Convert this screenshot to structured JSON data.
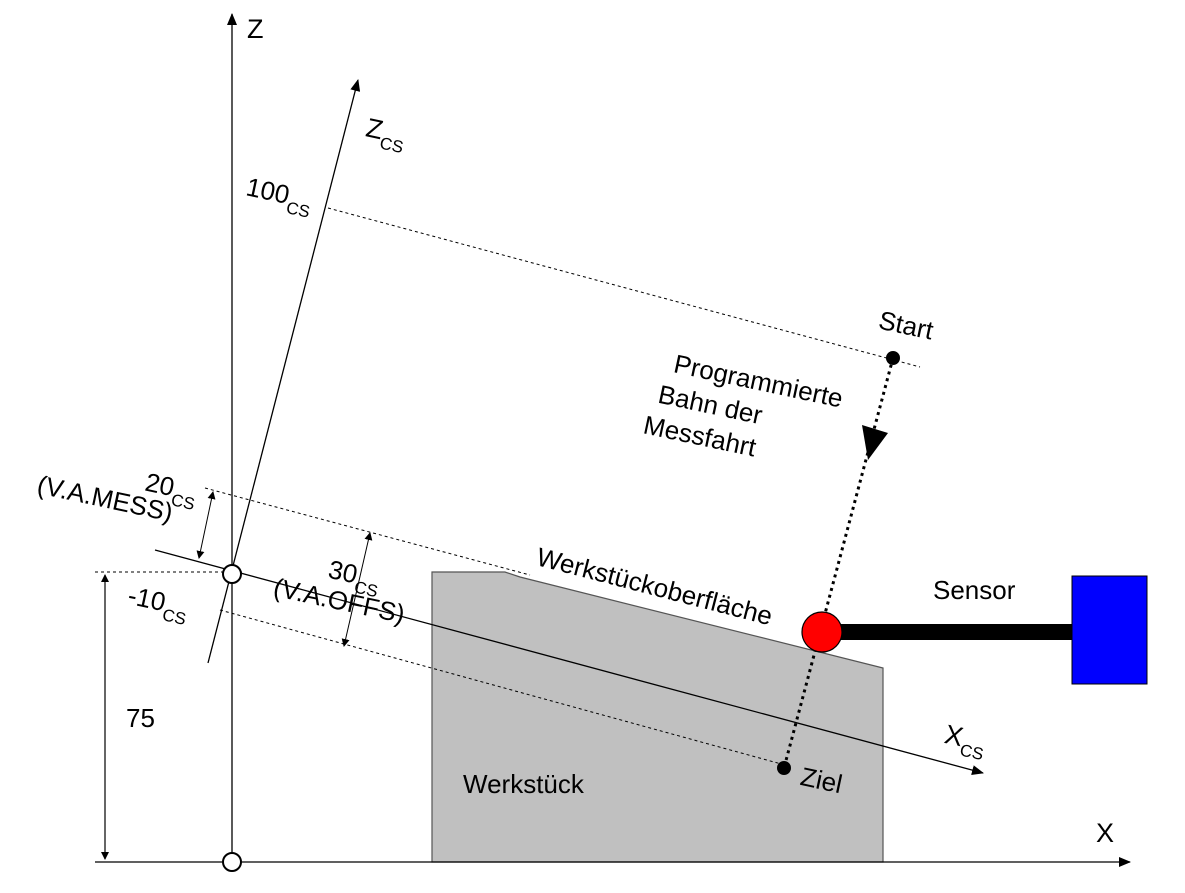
{
  "axes": {
    "z": "Z",
    "x": "X",
    "zcs": {
      "main": "Z",
      "sub": "CS"
    },
    "xcs": {
      "main": "X",
      "sub": "CS"
    }
  },
  "ticks": {
    "t100": {
      "main": "100",
      "sub": "CS"
    },
    "t20": {
      "main": "20",
      "sub": "CS",
      "note": "(V.A.MESS)"
    },
    "t30": {
      "main": "30",
      "sub": "CS",
      "note": "(V.A.OFFS)"
    },
    "tm10": {
      "main": "-10",
      "sub": "CS"
    }
  },
  "dimension": {
    "height_label": "75"
  },
  "labels": {
    "start": "Start",
    "ziel": "Ziel",
    "path_lines": [
      "Programmierte",
      "Bahn der",
      "Messfahrt"
    ],
    "surface": "Werkstückoberfläche",
    "workpiece": "Werkstück",
    "sensor": "Sensor"
  },
  "colors": {
    "workpiece_fill": "#c0c0c0",
    "probe_ball": "#ff0000",
    "sensor_box": "#0000ff",
    "lines": "#000000"
  }
}
